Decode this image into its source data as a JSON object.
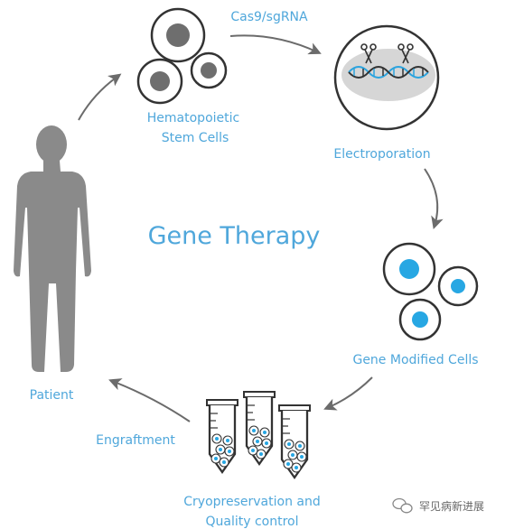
{
  "title": "Gene Therapy",
  "labels": {
    "cas9": "Cas9/sgRNA",
    "hsc_line1": "Hematopoietic",
    "hsc_line2": "Stem Cells",
    "electroporation": "Electroporation",
    "gene_modified": "Gene Modified Cells",
    "cryo_line1": "Cryopreservation and",
    "cryo_line2": "Quality control",
    "engraftment": "Engraftment",
    "patient": "Patient"
  },
  "watermark": "罕见病新进展",
  "colors": {
    "label": "#4fa7db",
    "accent_blue": "#27a7e3",
    "cell_gray": "#6e6e6e",
    "patient_gray": "#8a8a8a",
    "arrow": "#6b6b6b"
  }
}
